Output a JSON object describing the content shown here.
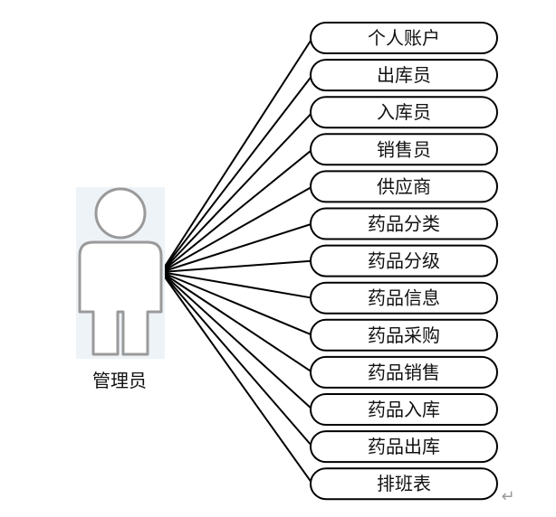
{
  "actor": {
    "name": "管理员"
  },
  "use_cases": [
    "个人账户",
    "出库员",
    "入库员",
    "销售员",
    "供应商",
    "药品分类",
    "药品分级",
    "药品信息",
    "药品采购",
    "药品销售",
    "药品入库",
    "药品出库",
    "排班表"
  ],
  "paragraph_mark": "↵",
  "colors": {
    "stroke": "#000000",
    "actor_stroke": "#9a9a9a",
    "actor_bg": "#eef3f8"
  }
}
